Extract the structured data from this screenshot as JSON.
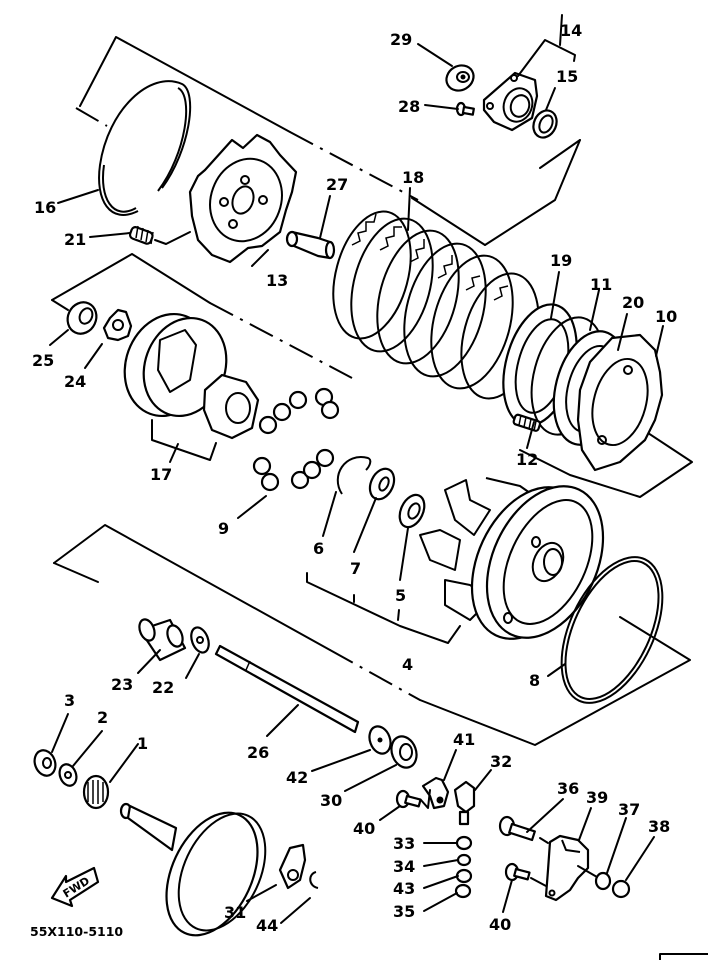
{
  "diagram": {
    "title": "Clutch exploded parts diagram",
    "drawing_code": "55X110-5110",
    "direction_arrow_label": "FWD",
    "callouts": [
      {
        "id": "1",
        "part": "pinion gear / bearing"
      },
      {
        "id": "2",
        "part": "washer"
      },
      {
        "id": "3",
        "part": "nut"
      },
      {
        "id": "4",
        "part": "primary driven gear assembly"
      },
      {
        "id": "5",
        "part": "bearing"
      },
      {
        "id": "6",
        "part": "circlip"
      },
      {
        "id": "7",
        "part": "thrust plate"
      },
      {
        "id": "8",
        "part": "O-ring"
      },
      {
        "id": "9",
        "part": "balls"
      },
      {
        "id": "10",
        "part": "clutch plate"
      },
      {
        "id": "11",
        "part": "friction plate"
      },
      {
        "id": "12",
        "part": "spring"
      },
      {
        "id": "13",
        "part": "pressure plate"
      },
      {
        "id": "14",
        "part": "bearing housing assembly"
      },
      {
        "id": "15",
        "part": "oil seal"
      },
      {
        "id": "16",
        "part": "circlip ring"
      },
      {
        "id": "17",
        "part": "clutch boss assembly"
      },
      {
        "id": "18",
        "part": "friction plate set"
      },
      {
        "id": "19",
        "part": "friction plate"
      },
      {
        "id": "20",
        "part": "plate"
      },
      {
        "id": "21",
        "part": "spring"
      },
      {
        "id": "22",
        "part": "washer"
      },
      {
        "id": "23",
        "part": "push lever piece"
      },
      {
        "id": "24",
        "part": "lock washer"
      },
      {
        "id": "25",
        "part": "nut"
      },
      {
        "id": "26",
        "part": "push rod"
      },
      {
        "id": "27",
        "part": "push rod 1"
      },
      {
        "id": "28",
        "part": "screw"
      },
      {
        "id": "29",
        "part": "bearing"
      },
      {
        "id": "30",
        "part": "oil seal"
      },
      {
        "id": "31",
        "part": "plate"
      },
      {
        "id": "32",
        "part": "lever"
      },
      {
        "id": "33",
        "part": "washer"
      },
      {
        "id": "34",
        "part": "washer"
      },
      {
        "id": "35",
        "part": "nut"
      },
      {
        "id": "36",
        "part": "bolt"
      },
      {
        "id": "37",
        "part": "washer"
      },
      {
        "id": "38",
        "part": "nut"
      },
      {
        "id": "39",
        "part": "bracket"
      },
      {
        "id": "40",
        "part": "bolt"
      },
      {
        "id": "41",
        "part": "lever"
      },
      {
        "id": "42",
        "part": "washer"
      },
      {
        "id": "43",
        "part": "washer"
      },
      {
        "id": "44",
        "part": "circlip"
      }
    ],
    "labels": {
      "c1": "1",
      "c2": "2",
      "c3": "3",
      "c4": "4",
      "c5": "5",
      "c6": "6",
      "c7": "7",
      "c8": "8",
      "c9": "9",
      "c10": "10",
      "c11": "11",
      "c12": "12",
      "c13": "13",
      "c14": "14",
      "c15": "15",
      "c16": "16",
      "c17": "17",
      "c18": "18",
      "c19": "19",
      "c20": "20",
      "c21": "21",
      "c22": "22",
      "c23": "23",
      "c24": "24",
      "c25": "25",
      "c26": "26",
      "c27": "27",
      "c28": "28",
      "c29": "29",
      "c30": "30",
      "c31": "31",
      "c32": "32",
      "c33": "33",
      "c34": "34",
      "c35": "35",
      "c36": "36",
      "c37": "37",
      "c38": "38",
      "c39": "39",
      "c40a": "40",
      "c40b": "40",
      "c41": "41",
      "c42": "42",
      "c43": "43",
      "c44": "44"
    }
  }
}
